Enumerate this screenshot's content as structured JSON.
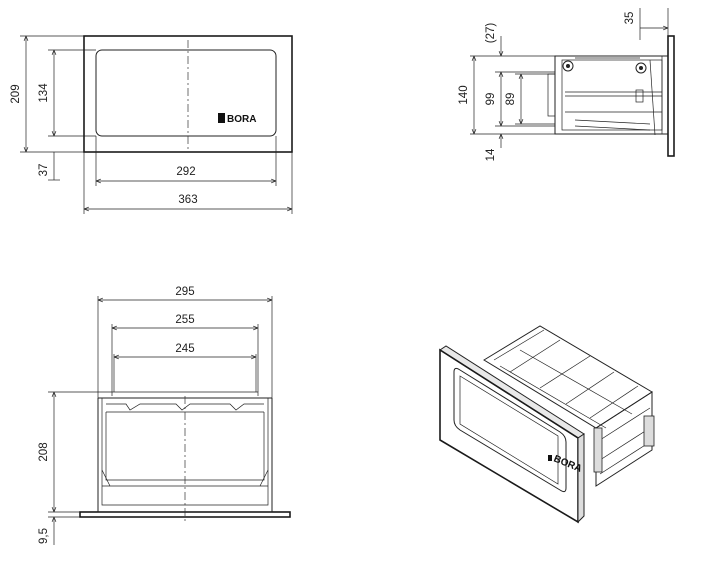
{
  "front_view": {
    "dim_width_outer": "363",
    "dim_width_opening": "292",
    "dim_height_outer": "209",
    "dim_height_opening": "134",
    "dim_bottom": "37",
    "logo_text": "BORA"
  },
  "side_view": {
    "dim_top_right": "35",
    "dim_27": "(27)",
    "dim_140": "140",
    "dim_99": "99",
    "dim_89": "89",
    "dim_14": "14"
  },
  "bottom_view": {
    "dim_295": "295",
    "dim_255": "255",
    "dim_245": "245",
    "dim_208": "208",
    "dim_95": "9,5"
  },
  "iso_view": {
    "logo_text": "BORA"
  }
}
